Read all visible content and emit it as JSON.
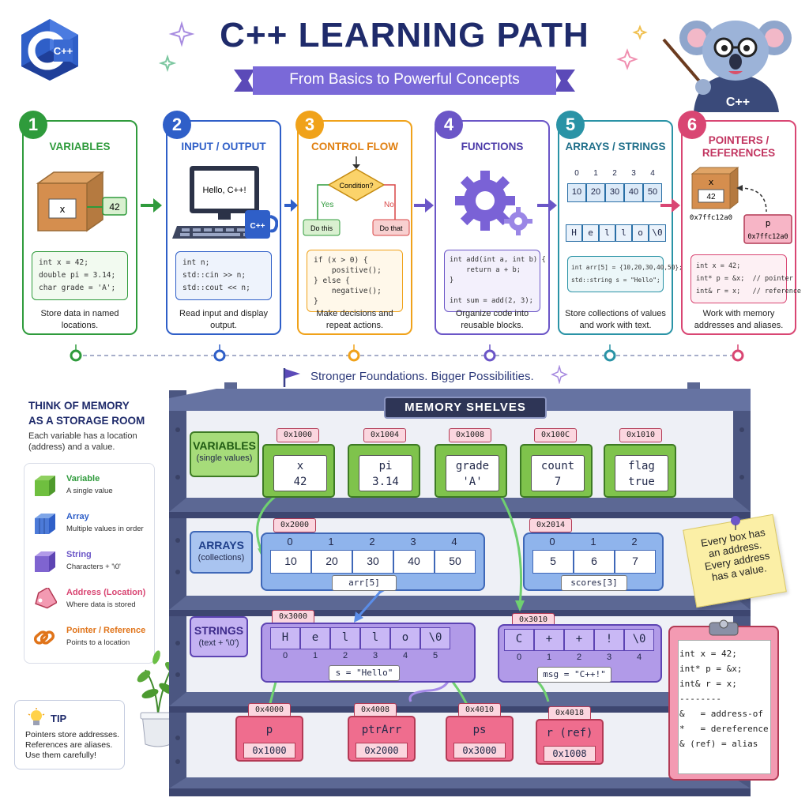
{
  "header": {
    "logo_text": "C++",
    "title": "C++ LEARNING PATH",
    "subtitle": "From Basics to Powerful Concepts",
    "mascot_shirt": "C++"
  },
  "colors": {
    "green": "#2f9b3c",
    "blue": "#2f5fc8",
    "orange": "#f0a21a",
    "purple": "#6b56c7",
    "teal": "#2a93a6",
    "pink": "#d94673",
    "navy": "#1f2b6b"
  },
  "steps": [
    {
      "num": "1",
      "title": "VARIABLES",
      "code": "int x = 42;\ndouble pi = 3.14;\nchar grade = 'A';",
      "desc": "Store data in named locations.",
      "art": {
        "box_label": "x",
        "value": "42"
      }
    },
    {
      "num": "2",
      "title": "INPUT / OUTPUT",
      "code": "int n;\nstd::cin >> n;\nstd::cout << n;",
      "desc": "Read input and display output.",
      "art": {
        "screen": "Hello, C++!",
        "mug": "C++"
      }
    },
    {
      "num": "3",
      "title": "CONTROL FLOW",
      "code": "if (x > 0) {\n    positive();\n} else {\n    negative();\n}",
      "desc": "Make decisions and repeat actions.",
      "art": {
        "condition": "Condition?",
        "yes": "Yes",
        "no": "No",
        "do_yes": "Do this",
        "do_no": "Do that"
      }
    },
    {
      "num": "4",
      "title": "FUNCTIONS",
      "code": "int add(int a, int b) {\n    return a + b;\n}\n\nint sum = add(2, 3);",
      "desc": "Organize code into reusable blocks."
    },
    {
      "num": "5",
      "title": "ARRAYS / STRINGS",
      "code": "int arr[5] = {10,20,30,40,50};\nstd::string s = \"Hello\";",
      "desc": "Store collections of values and work with text.",
      "art": {
        "indices": [
          "0",
          "1",
          "2",
          "3",
          "4"
        ],
        "values": [
          "10",
          "20",
          "30",
          "40",
          "50"
        ],
        "chars": [
          "H",
          "e",
          "l",
          "l",
          "o",
          "\\0"
        ]
      }
    },
    {
      "num": "6",
      "title": "POINTERS / REFERENCES",
      "code": "int x = 42;\nint* p = &x;  // pointer\nint& r = x;   // reference",
      "desc": "Work with memory addresses and aliases.",
      "art": {
        "box_label": "x",
        "value": "42",
        "addr": "0x7ffc12a0",
        "ptr_name": "p",
        "ptr_value": "0x7ffc12a0"
      }
    }
  ],
  "slogan": "Stronger Foundations. Bigger Possibilities.",
  "memory": {
    "think_title_1": "THINK OF MEMORY",
    "think_title_2": "AS A STORAGE ROOM",
    "think_text": "Each variable has a location (address) and a value.",
    "legend": [
      {
        "label": "Variable",
        "sub": "A single value",
        "icon": "green-box-icon"
      },
      {
        "label": "Array",
        "sub": "Multiple values in order",
        "icon": "blue-box-icon"
      },
      {
        "label": "String",
        "sub": "Characters + '\\0'",
        "icon": "purple-box-icon"
      },
      {
        "label": "Address (Location)",
        "sub": "Where data is stored",
        "icon": "tag-icon"
      },
      {
        "label": "Pointer / Reference",
        "sub": "Points to a location",
        "icon": "chain-link-icon"
      }
    ],
    "tip_label": "TIP",
    "tip_text": "Pointers store addresses. References are aliases. Use them carefully!",
    "shelves_title": "MEMORY SHELVES",
    "shelf_tags": [
      {
        "a": "VARIABLES",
        "b": "(single values)"
      },
      {
        "a": "ARRAYS",
        "b": "(collections)"
      },
      {
        "a": "STRINGS",
        "b": "(text + '\\0')"
      }
    ],
    "variables": [
      {
        "addr": "0x1000",
        "name": "x",
        "value": "42"
      },
      {
        "addr": "0x1004",
        "name": "pi",
        "value": "3.14"
      },
      {
        "addr": "0x1008",
        "name": "grade",
        "value": "'A'"
      },
      {
        "addr": "0x100C",
        "name": "count",
        "value": "7"
      },
      {
        "addr": "0x1010",
        "name": "flag",
        "value": "true"
      }
    ],
    "arrays": [
      {
        "addr": "0x2000",
        "indices": [
          "0",
          "1",
          "2",
          "3",
          "4"
        ],
        "values": [
          "10",
          "20",
          "30",
          "40",
          "50"
        ],
        "caption": "arr[5]"
      },
      {
        "addr": "0x2014",
        "indices": [
          "0",
          "1",
          "2"
        ],
        "values": [
          "5",
          "6",
          "7"
        ],
        "caption": "scores[3]"
      }
    ],
    "strings": [
      {
        "addr": "0x3000",
        "chars": [
          "H",
          "e",
          "l",
          "l",
          "o",
          "\\0"
        ],
        "indices": [
          "0",
          "1",
          "2",
          "3",
          "4",
          "5"
        ],
        "caption": "s = \"Hello\""
      },
      {
        "addr": "0x3010",
        "chars": [
          "C",
          "+",
          "+",
          "!",
          "\\0"
        ],
        "indices": [
          "0",
          "1",
          "2",
          "3",
          "4"
        ],
        "caption": "msg = \"C++!\""
      }
    ],
    "pointers": [
      {
        "addr": "0x4000",
        "name": "p",
        "value": "0x1000"
      },
      {
        "addr": "0x4008",
        "name": "ptrArr",
        "value": "0x2000"
      },
      {
        "addr": "0x4010",
        "name": "ps",
        "value": "0x3000"
      },
      {
        "addr": "0x4018",
        "name": "r (ref)",
        "value": "0x1008"
      }
    ],
    "note": "Every box has an address. Every address has a value.",
    "clipboard_code": "int x = 42;\nint* p = &x;\nint& r = x;\n--------\n&   = address-of\n*   = dereference\n& (ref) = alias"
  }
}
